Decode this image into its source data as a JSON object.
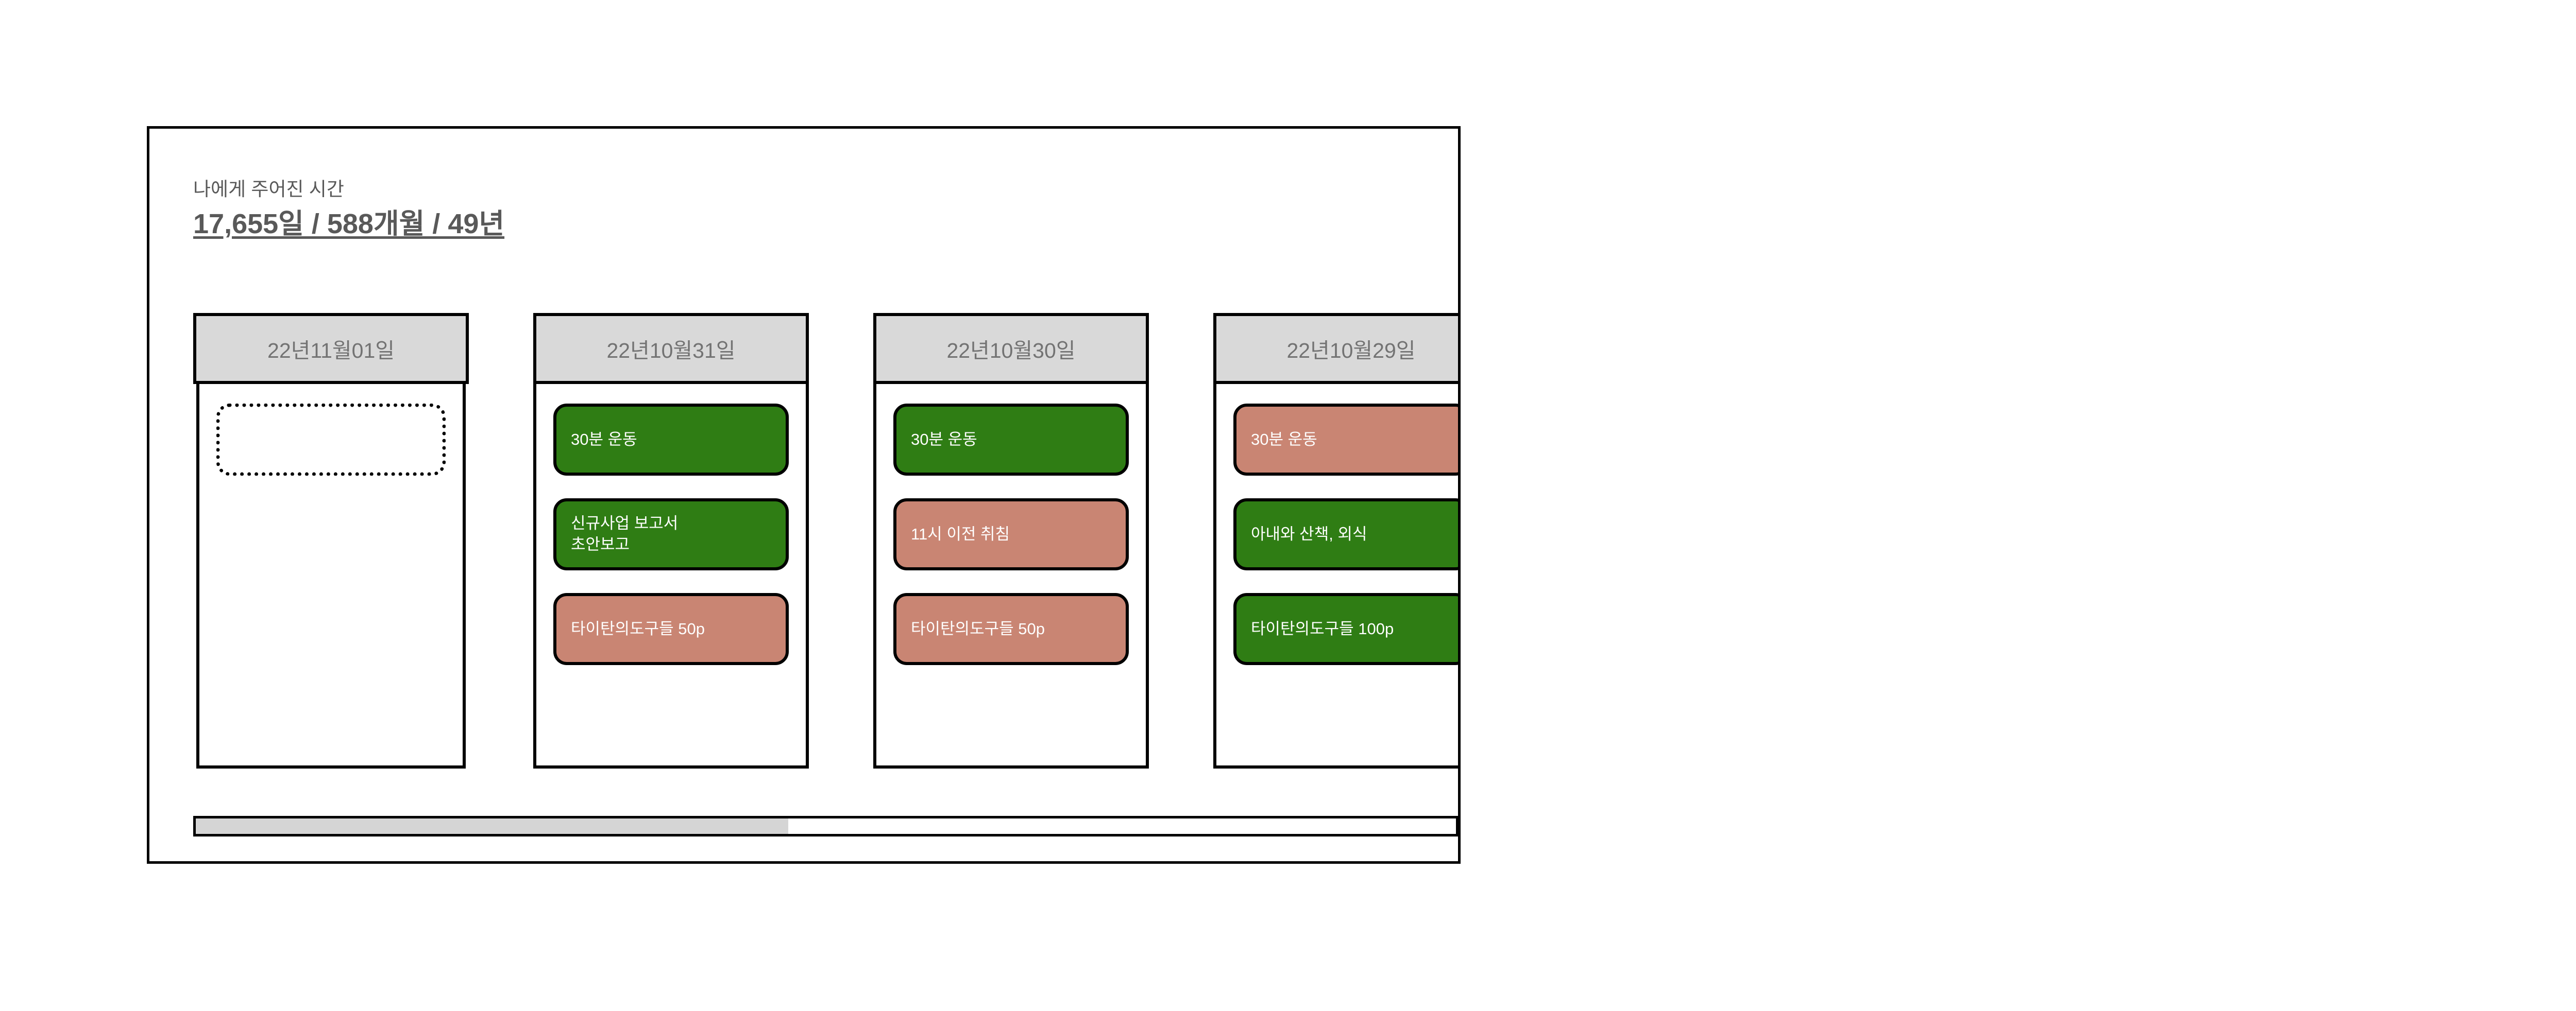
{
  "window": {
    "name": "time-tracker-board"
  },
  "header": {
    "subtitle": "나에게 주어진 시간",
    "total": "17,655일 / 588개월 / 49년"
  },
  "colors": {
    "done_green": "#2f7d14",
    "missed_salmon": "#c98573",
    "header_gray": "#d9d9d9",
    "text_gray": "#737373",
    "border_black": "#000000",
    "scroll_thumb": "#d5d5d5"
  },
  "board": {
    "columns": [
      {
        "date": "22년11월01일",
        "tasks": [],
        "placeholder": true
      },
      {
        "date": "22년10월31일",
        "tasks": [
          {
            "line1": "30분 운동",
            "line2": "",
            "status": "green"
          },
          {
            "line1": "신규사업 보고서",
            "line2": "초안보고",
            "status": "green"
          },
          {
            "line1": "타이탄의도구들 50p",
            "line2": "",
            "status": "salmon"
          }
        ],
        "placeholder": false
      },
      {
        "date": "22년10월30일",
        "tasks": [
          {
            "line1": "30분 운동",
            "line2": "",
            "status": "green"
          },
          {
            "line1": "11시 이전 취침",
            "line2": "",
            "status": "salmon"
          },
          {
            "line1": "타이탄의도구들 50p",
            "line2": "",
            "status": "salmon"
          }
        ],
        "placeholder": false
      },
      {
        "date": "22년10월29일",
        "tasks": [
          {
            "line1": "30분 운동",
            "line2": "",
            "status": "salmon"
          },
          {
            "line1": "아내와 산책, 외식",
            "line2": "",
            "status": "green"
          },
          {
            "line1": "타이탄의도구들 100p",
            "line2": "",
            "status": "green"
          }
        ],
        "placeholder": false
      }
    ]
  },
  "scrollbar": {
    "orientation": "horizontal",
    "thumb_percent": 47
  }
}
